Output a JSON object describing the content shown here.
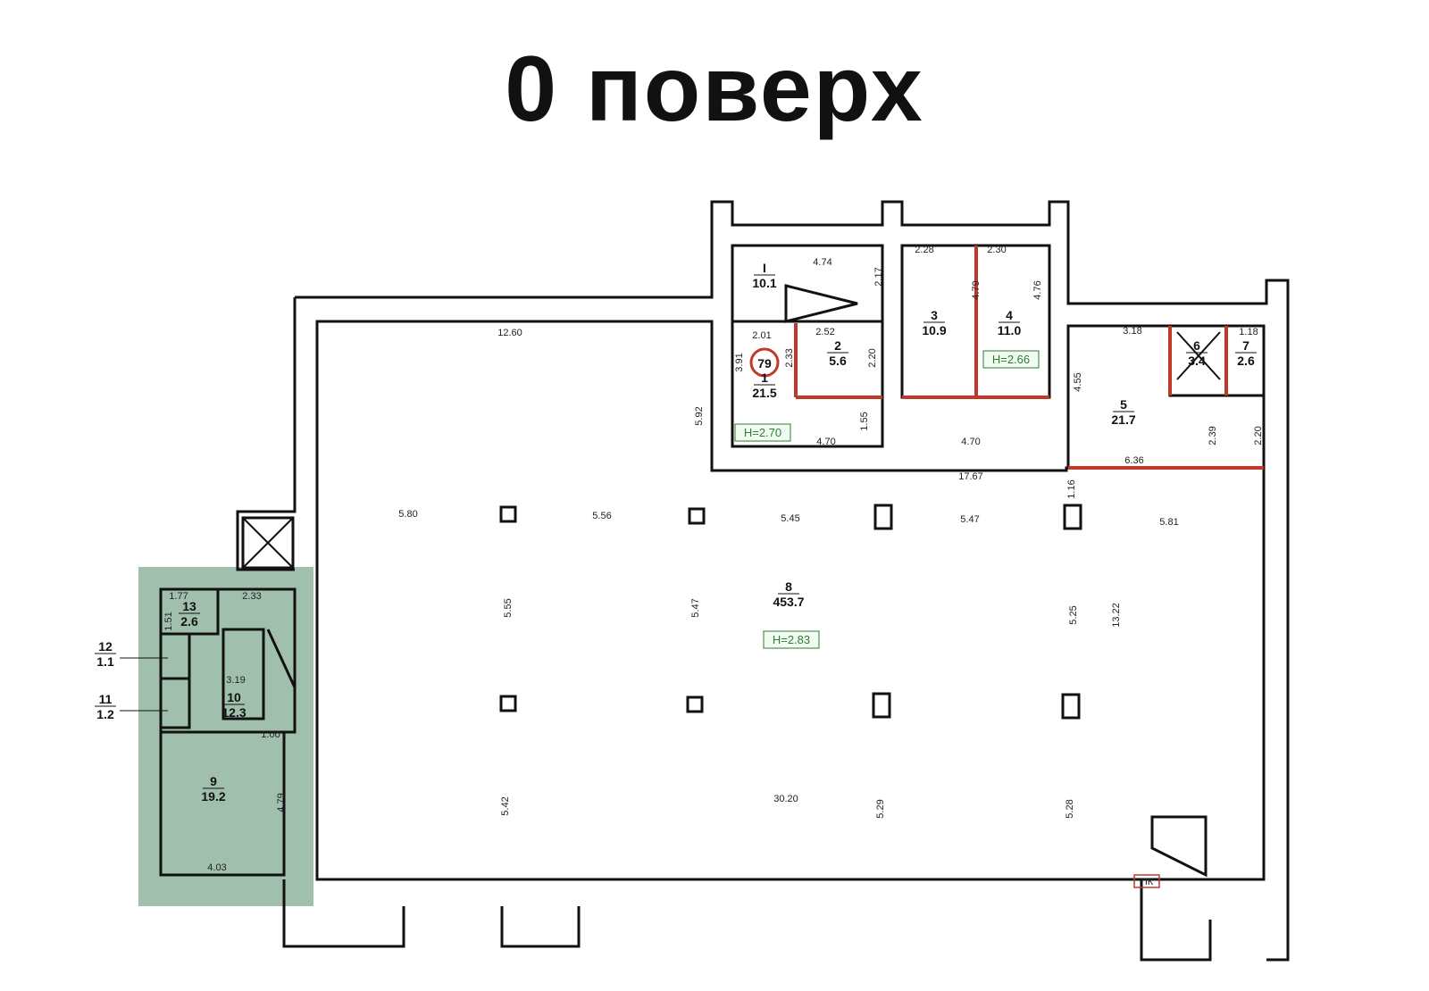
{
  "title": "0 поверх",
  "colors": {
    "wall": "#111111",
    "red_wall": "#c0392b",
    "highlight": "#8fb59f",
    "height_label": "#2e7d32",
    "badge": "#c0392b"
  },
  "badge": "79",
  "rooms": [
    {
      "id": "I",
      "area": "10.1"
    },
    {
      "id": "1",
      "area": "21.5"
    },
    {
      "id": "2",
      "area": "5.6"
    },
    {
      "id": "3",
      "area": "10.9"
    },
    {
      "id": "4",
      "area": "11.0"
    },
    {
      "id": "5",
      "area": "21.7"
    },
    {
      "id": "6",
      "area": "3.4"
    },
    {
      "id": "7",
      "area": "2.6"
    },
    {
      "id": "8",
      "area": "453.7"
    },
    {
      "id": "9",
      "area": "19.2"
    },
    {
      "id": "10",
      "area": "12.3"
    },
    {
      "id": "11",
      "area": "1.2"
    },
    {
      "id": "12",
      "area": "1.1"
    },
    {
      "id": "13",
      "area": "2.6"
    }
  ],
  "heights": [
    "H=2.70",
    "H=2.66",
    "H=2.83"
  ],
  "dimensions": [
    "4.74",
    "2.17",
    "2.28",
    "2.30",
    "4.79",
    "4.76",
    "12.60",
    "2.01",
    "2.52",
    "3.91",
    "2.33",
    "2.20",
    "3.18",
    "1.18",
    "4.55",
    "5.92",
    "1.55",
    "4.70",
    "4.70",
    "2.39",
    "2.20",
    "17.67",
    "6.36",
    "1.16",
    "5.80",
    "5.56",
    "5.45",
    "5.47",
    "5.81",
    "1.77",
    "2.33",
    "1.51",
    "5.55",
    "5.47",
    "5.25",
    "13.22",
    "3.19",
    "1.00",
    "4.79",
    "5.42",
    "30.20",
    "5.29",
    "5.28",
    "4.03"
  ],
  "marker": "ПК"
}
